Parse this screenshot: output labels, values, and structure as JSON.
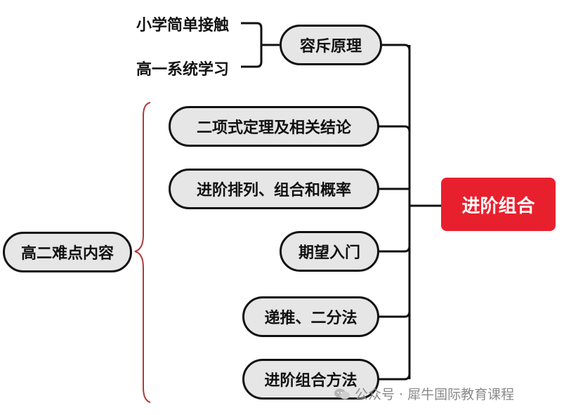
{
  "root": {
    "label": "进阶组合"
  },
  "branches": {
    "inclusion_exclusion": {
      "label": "容斥原理",
      "notes": [
        "小学简单接触",
        "高一系统学习"
      ]
    },
    "binomial": {
      "label": "二项式定理及相关结论"
    },
    "advanced_permutation": {
      "label": "进阶排列、组合和概率"
    },
    "expectation": {
      "label": "期望入门"
    },
    "recursion": {
      "label": "递推、二分法"
    },
    "advanced_methods": {
      "label": "进阶组合方法"
    }
  },
  "grade2_group": {
    "label": "高二难点内容"
  },
  "watermark": {
    "text": "公众号 · 犀牛国际教育课程"
  },
  "colors": {
    "root": "#e8202e",
    "node_fill": "#e6e6e6",
    "stroke": "#111111",
    "brace": "#b03a3a"
  }
}
